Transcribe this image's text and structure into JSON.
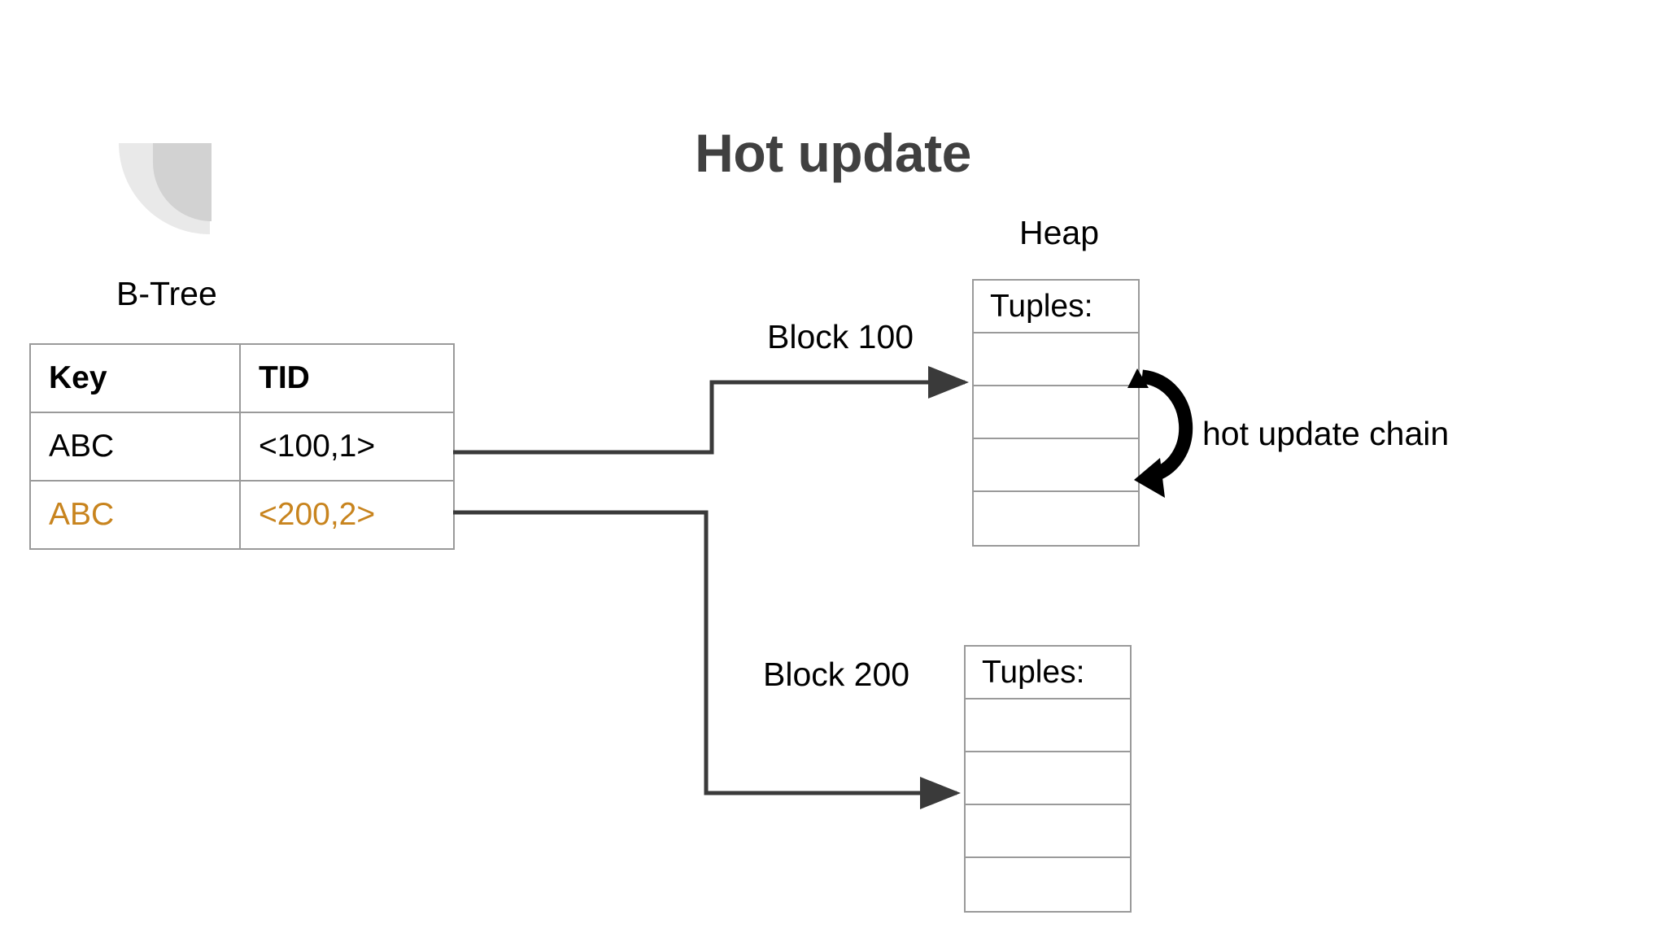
{
  "slide": {
    "title": "Hot update",
    "title_color": "#404040",
    "background": "#ffffff",
    "accent_color": "#c8841e",
    "line_color": "#3a3a3a",
    "border_color": "#9a9a9a"
  },
  "logo": {
    "name": "quarter-circle-logo",
    "color_outer": "#e9e9e9",
    "color_inner": "#d2d2d2"
  },
  "btree": {
    "label": "B-Tree",
    "columns": [
      "Key",
      "TID"
    ],
    "rows": [
      {
        "key": "ABC",
        "tid": "<100,1>",
        "highlight": false
      },
      {
        "key": "ABC",
        "tid": "<200,2>",
        "highlight": true
      }
    ]
  },
  "heap": {
    "label": "Heap",
    "blocks": [
      {
        "name": "block-100",
        "edge_label": "Block 100",
        "cells": [
          "Tuples:",
          "",
          "",
          "",
          ""
        ],
        "arrow_target_cell": 1
      },
      {
        "name": "block-200",
        "edge_label": "Block 200",
        "cells": [
          "Tuples:",
          "",
          "",
          "",
          ""
        ],
        "arrow_target_cell": 2
      }
    ]
  },
  "annotations": {
    "hot_update_chain": "hot update chain"
  }
}
